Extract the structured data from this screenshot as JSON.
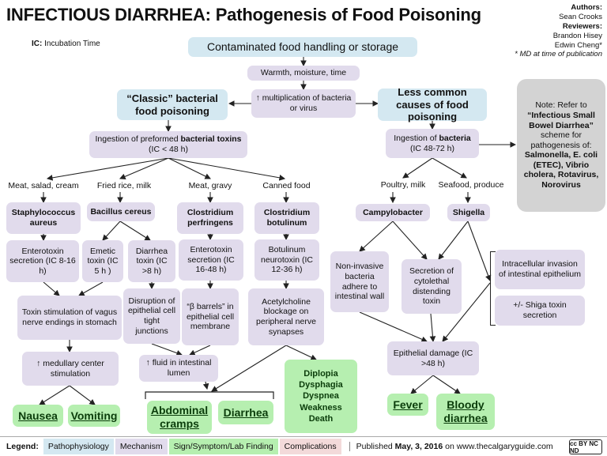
{
  "header": {
    "title": "INFECTIOUS DIARRHEA: Pathogenesis of Food Poisoning",
    "ic_note_prefix": "IC:",
    "ic_note_text": " Incubation Time",
    "authors_label": "Authors:",
    "author": "Sean Crooks",
    "reviewers_label": "Reviewers:",
    "reviewer_1": "Brandon Hisey",
    "reviewer_2": "Edwin Cheng*",
    "md_note": "* MD at time of publication"
  },
  "top": {
    "contaminated": "Contaminated food handling or storage",
    "warmth": "Warmth, moisture, time",
    "multiplication": "↑ multiplication of bacteria or virus"
  },
  "left": {
    "classic": "“Classic” bacterial food poisoning",
    "ingestion_prefix": "Ingestion of preformed ",
    "ingestion_bold": "bacterial toxins",
    "ingestion_ic": "(IC < 48 h)",
    "food_1": "Meat, salad, cream",
    "food_2": "Fried rice, milk",
    "food_3": "Meat, gravy",
    "food_4": "Canned food",
    "bug_1": "Staphylococcus aureus",
    "bug_2": "Bacillus cereus",
    "bug_3": "Clostridium perfringens",
    "bug_4": "Clostridium botulinum",
    "enterotoxin_1": "Enterotoxin secretion (IC 8-16 h)",
    "emetic": "Emetic toxin (IC 5 h )",
    "diarrhea_toxin": "Diarrhea toxin (IC >8 h)",
    "enterotoxin_3": "Enterotoxin secretion (IC 16-48 h)",
    "botulinum_toxin": "Botulinum neurotoxin (IC 12-36 h)",
    "vagus": "Toxin stimulation of vagus nerve endings in stomach",
    "disruption": "Disruption of epithelial cell tight junctions",
    "barrels": "“β barrels” in epithelial cell membrane",
    "acetylcholine": "Acetylcholine blockage on peripheral nerve synapses",
    "medullary": "↑ medullary center stimulation",
    "fluid": "↑ fluid in intestinal lumen",
    "nausea": "Nausea",
    "vomiting": "Vomiting",
    "abdominal": "Abdominal cramps",
    "diarrhea": "Diarrhea",
    "botulism_signs": [
      "Diplopia",
      "Dysphagia",
      "Dyspnea",
      "Weakness",
      "Death"
    ]
  },
  "right": {
    "less_common": "Less common causes of food poisoning",
    "ingestion_prefix": "Ingestion of ",
    "ingestion_bold": "bacteria",
    "ingestion_ic": "(IC 48-72 h)",
    "food_1": "Poultry, milk",
    "food_2": "Seafood, produce",
    "bug_1": "Campylobacter",
    "bug_2": "Shigella",
    "noninvasive": "Non-invasive bacteria adhere to intestinal wall",
    "cytolethal": "Secretion of cytolethal distending toxin",
    "invasion": "Intracellular invasion of intestinal epithelium",
    "shiga": "+/- Shiga toxin secretion",
    "epithelial_damage": "Epithelial damage (IC >48 h)",
    "fever": "Fever",
    "bloody": "Bloody diarrhea",
    "note_lines": [
      "Note: Refer to",
      "“Infectious Small Bowel Diarrhea”",
      "scheme for",
      "pathogenesis of:",
      "Salmonella, E. coli (ETEC), Vibrio cholera, Rotavirus, Norovirus"
    ]
  },
  "legend": {
    "label": "Legend:",
    "items": [
      "Pathophysiology",
      "Mechanism",
      "Sign/Symptom/Lab Finding",
      "Complications"
    ],
    "published_prefix": "Published ",
    "published_date": "May, 3, 2016",
    "published_suffix": " on www.thecalgaryguide.com",
    "license": "cc BY NC ND"
  },
  "colors": {
    "pathophysiology": "#d4e8f1",
    "mechanism": "#e1dbec",
    "sign": "#b6efb0",
    "complications": "#f3dada",
    "note": "#d3d3d3"
  }
}
